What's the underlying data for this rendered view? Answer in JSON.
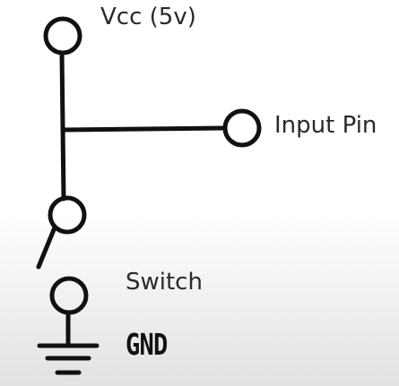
{
  "labels": {
    "vcc": "Vcc (5v)",
    "input_pin": "Input Pin",
    "switch": "Switch",
    "gnd": "GND"
  },
  "colors": {
    "ink": "#111111",
    "label_text": "#2a2a2a",
    "background_top": "#ffffff",
    "background_bottom": "#e2e2e2"
  }
}
